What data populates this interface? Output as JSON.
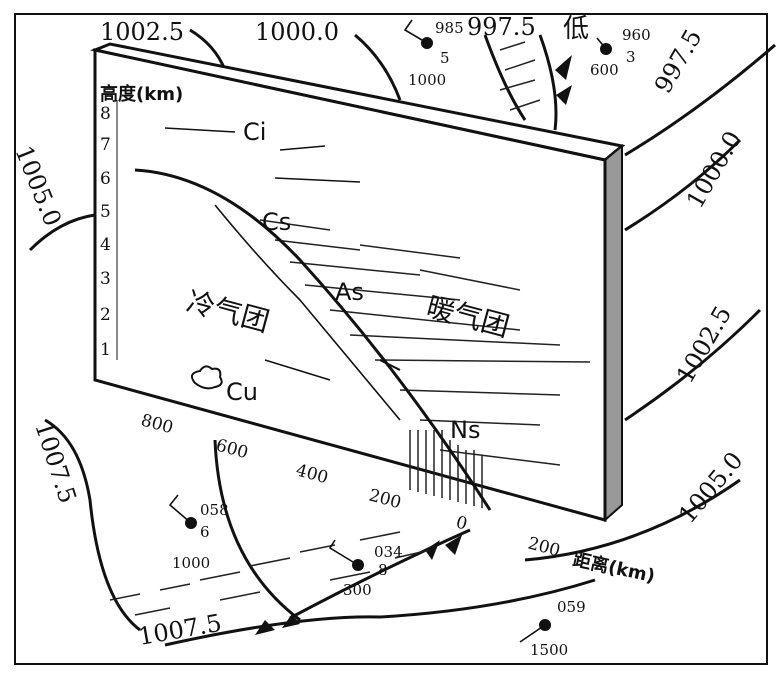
{
  "isobars": {
    "top_1002_5": "1002.5",
    "top_1000_0": "1000.0",
    "top_997_5": "997.5",
    "right_997_5": "997.5",
    "right_1000_0": "1000.0",
    "right_1002_5": "1002.5",
    "right_1005_0": "1005.0",
    "left_1005_0": "1005.0",
    "left_1007_5": "1007.5",
    "bottom_1007_5": "1007.5"
  },
  "low_label": "低",
  "axis": {
    "height_label": "高度(km)",
    "height_ticks": [
      "8",
      "7",
      "6",
      "5",
      "4",
      "3",
      "2",
      "1"
    ],
    "distance_label": "距离(km)",
    "distance_ticks": [
      "800",
      "600",
      "400",
      "200",
      "0",
      "200"
    ]
  },
  "clouds": {
    "ci": "Ci",
    "cs": "Cs",
    "as": "As",
    "ns": "Ns",
    "cu": "Cu"
  },
  "air_masses": {
    "cold": "冷气团",
    "warm": "暖气团"
  },
  "stations": [
    {
      "top": "985",
      "mid": "5",
      "bottom": "1000"
    },
    {
      "top": "960",
      "mid": "3",
      "bottom": "600"
    },
    {
      "top": "058",
      "mid": "6",
      "bottom": "1000"
    },
    {
      "top": "034",
      "mid": "8",
      "bottom": "300"
    },
    {
      "top": "059",
      "mid": "",
      "bottom": "1500"
    }
  ]
}
